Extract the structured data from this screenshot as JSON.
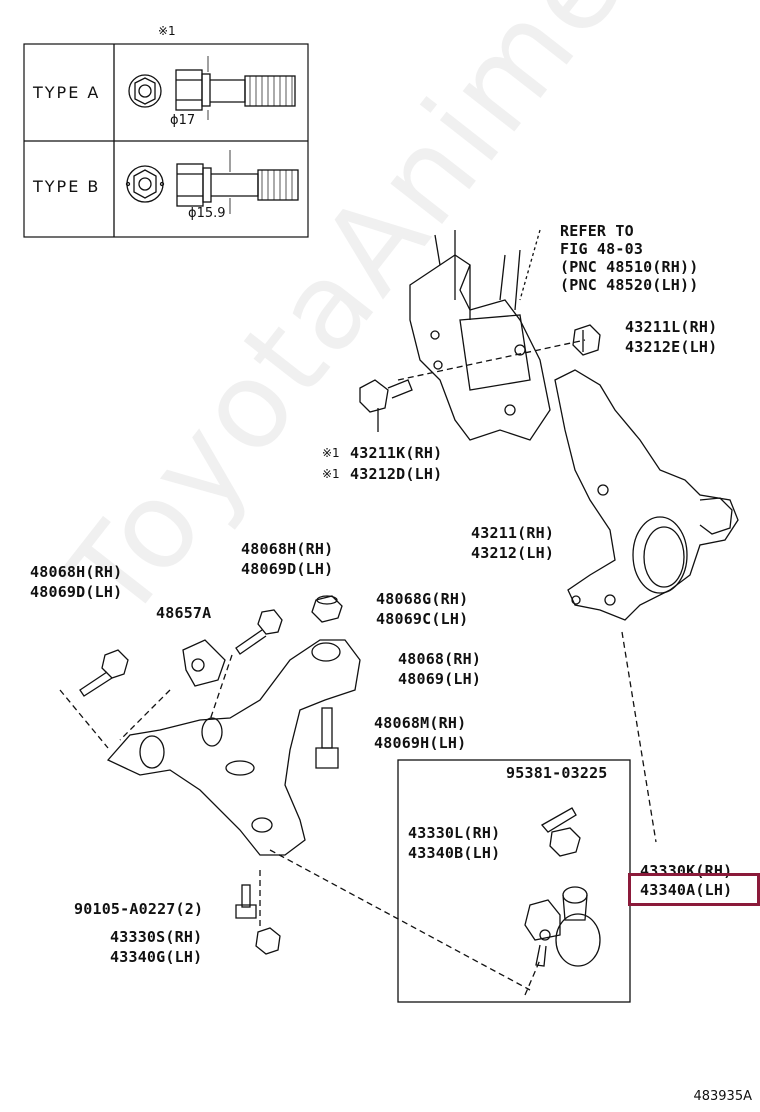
{
  "legend": {
    "note_mark": "※1",
    "rows": [
      {
        "type_label": "TYPE A",
        "diameter": "ϕ17"
      },
      {
        "type_label": "TYPE B",
        "diameter": "ϕ15.9"
      }
    ]
  },
  "refer": {
    "line1": "REFER TO",
    "line2": "FIG 48-03",
    "line3": "(PNC 48510(RH))",
    "line4": "(PNC 48520(LH))"
  },
  "parts": {
    "p43211L": "43211L(RH)",
    "p43212E": "43212E(LH)",
    "p43211K": "43211K(RH)",
    "p43212D": "43212D(LH)",
    "note_k": "※1",
    "note_d": "※1",
    "p43211": "43211(RH)",
    "p43212": "43212(LH)",
    "p48068H_a": "48068H(RH)",
    "p48069D_a": "48069D(LH)",
    "p48068H_b": "48068H(RH)",
    "p48069D_b": "48069D(LH)",
    "p48657A": "48657A",
    "p48068G": "48068G(RH)",
    "p48069C": "48069C(LH)",
    "p48068": "48068(RH)",
    "p48069": "48069(LH)",
    "p48068M": "48068M(RH)",
    "p48069H": "48069H(LH)",
    "p95381": "95381-03225",
    "p43330L": "43330L(RH)",
    "p43340B": "43340B(LH)",
    "p43330K": "43330K(RH)",
    "p43340A": "43340A(LH)",
    "p90105": "90105-A0227(2)",
    "p43330S": "43330S(RH)",
    "p43340G": "43340G(LH)"
  },
  "watermark": "ToyotaAnime.ru",
  "diagram_id": "483935A"
}
